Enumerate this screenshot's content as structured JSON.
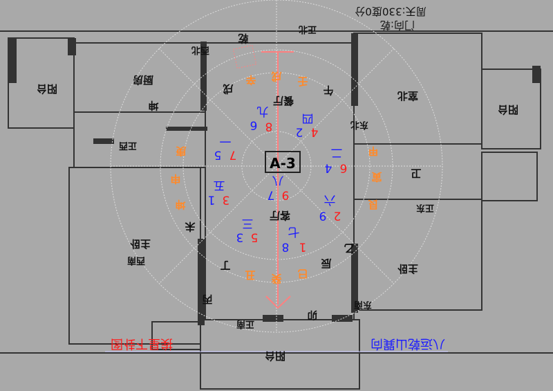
{
  "info": {
    "door_direction": "门向:乾",
    "degrees": "周天:330度0分"
  },
  "captions": {
    "left_red": "挨星下卦图",
    "right_blue": "八运乾山巽向"
  },
  "center_label": "A-3",
  "colors": {
    "mountain_star": "#1a1aff",
    "water_star": "#ff1a1a",
    "ring_labels": "#ff8a2a",
    "axis_line": "#ff8080"
  },
  "rooms": [
    "餐厅",
    "客厅",
    "厨房",
    "阳台",
    "阳台",
    "阳台",
    "主卧",
    "室北",
    "卫",
    "主卧"
  ],
  "palaces": [
    {
      "period": "九",
      "water": "8",
      "mountain": "6"
    },
    {
      "period": "四",
      "water": "4",
      "mountain": "2"
    },
    {
      "period": "一",
      "water": "7",
      "mountain": "5"
    },
    {
      "period": "八",
      "water": "9",
      "mountain": "7"
    },
    {
      "period": "二",
      "water": "6",
      "mountain": "4"
    },
    {
      "period": "五",
      "water": "3",
      "mountain": "1"
    },
    {
      "period": "三",
      "water": "5",
      "mountain": "3"
    },
    {
      "period": "七",
      "water": "1",
      "mountain": "8"
    },
    {
      "period": "六",
      "water": "2",
      "mountain": "9"
    }
  ],
  "ring_inner": [
    "辛",
    "戌",
    "壬",
    "庚",
    "申",
    "坤",
    "甲",
    "寅",
    "艮",
    "丑",
    "癸",
    "巳"
  ],
  "ring_outer": [
    "午",
    "戌",
    "未",
    "丁",
    "辰",
    "乙",
    "坤",
    "乾",
    "丙",
    "卯"
  ],
  "directions": [
    "正北",
    "西北",
    "正西",
    "西南",
    "正南",
    "东南",
    "正东",
    "东北"
  ]
}
